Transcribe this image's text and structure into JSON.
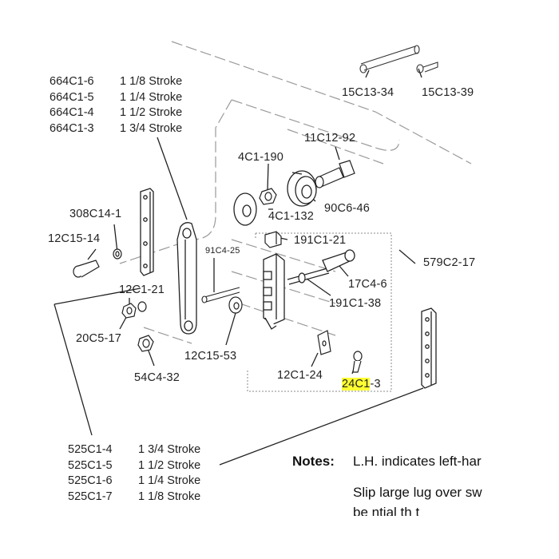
{
  "part_labels": {
    "p15C13_34": "15C13-34",
    "p15C13_39": "15C13-39",
    "p11C12_92": "11C12-92",
    "p4C1_190": "4C1-190",
    "p4C1_132": "4C1-132",
    "p90C6_46": "90C6-46",
    "p308C14_1": "308C14-1",
    "p12C15_14": "12C15-14",
    "p91C4_25": "91C4-25",
    "p191C1_21": "191C1-21",
    "p579C2_17": "579C2-17",
    "p17C4_6": "17C4-6",
    "p191C1_38": "191C1-38",
    "p12C1_21": "12C1-21",
    "p20C5_17": "20C5-17",
    "p12C15_53": "12C15-53",
    "p54C4_32": "54C4-32",
    "p12C1_24": "12C1-24",
    "p24C1_3_highlight": "24C1",
    "p24C1_3_rest": "-3"
  },
  "upper_arm_strokes": [
    {
      "part": "664C1-6",
      "stroke": "1 1/8 Stroke"
    },
    {
      "part": "664C1-5",
      "stroke": "1 1/4 Stroke"
    },
    {
      "part": "664C1-4",
      "stroke": "1 1/2 Stroke"
    },
    {
      "part": "664C1-3",
      "stroke": "1 3/4 Stroke"
    }
  ],
  "lower_arm_strokes": [
    {
      "part": "525C1-4",
      "stroke": "1 3/4 Stroke"
    },
    {
      "part": "525C1-5",
      "stroke": "1 1/2 Stroke"
    },
    {
      "part": "525C1-6",
      "stroke": "1 1/4 Stroke"
    },
    {
      "part": "525C1-7",
      "stroke": "1 1/8 Stroke"
    }
  ],
  "notes": {
    "heading": "Notes:",
    "line1": "L.H. indicates left-har",
    "line2": "Slip large lug over sw",
    "line3": "be  ntial th t"
  },
  "colors": {
    "highlight": "#ffff33",
    "line": "#222222",
    "phantom": "#9a9a9a"
  }
}
